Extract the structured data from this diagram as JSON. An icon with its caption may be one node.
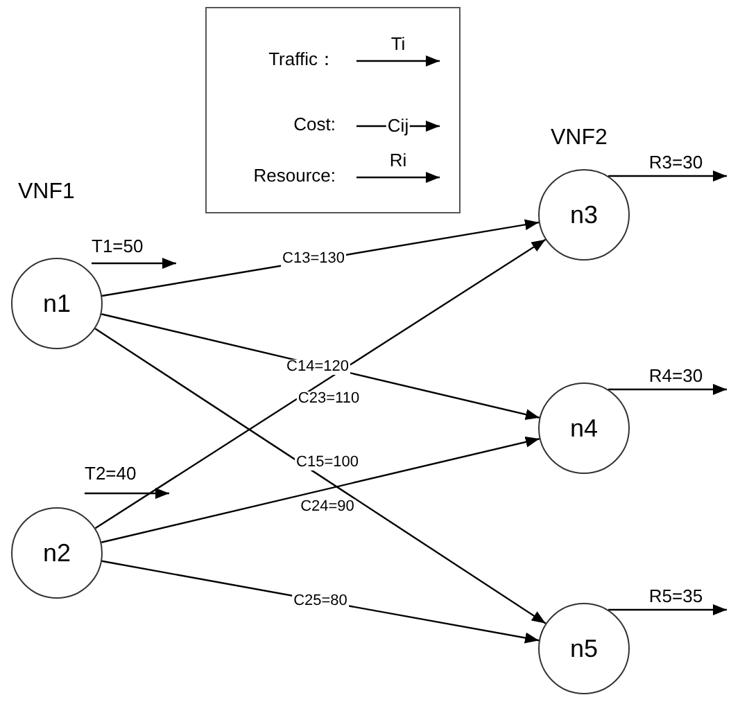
{
  "diagram": {
    "nodes": [
      {
        "text": [
          "n1"
        ]
      },
      {
        "text": [
          "n2"
        ]
      },
      {
        "text": [
          "n3"
        ]
      },
      {
        "text": [
          "n4"
        ]
      },
      {
        "text": [
          "n5"
        ]
      }
    ],
    "edges": [
      {
        "from": 0,
        "to": 2,
        "arrow": "to",
        "label": "C13=130"
      },
      {
        "from": 0,
        "to": 3,
        "arrow": "to",
        "label": "C14=120"
      },
      {
        "from": 1,
        "to": 2,
        "arrow": "to",
        "label": "C23=110"
      },
      {
        "from": 0,
        "to": 4,
        "arrow": "to",
        "label": "C15=100"
      },
      {
        "from": 1,
        "to": 3,
        "arrow": "to",
        "label": "C24=90"
      },
      {
        "from": 1,
        "to": 4,
        "arrow": "to",
        "label": "C25=80"
      },
      {
        "from": 2,
        "to": null,
        "arrow": "to",
        "label": "R3=30"
      },
      {
        "from": 3,
        "to": null,
        "arrow": "to",
        "label": "R4=30"
      },
      {
        "from": 4,
        "to": null,
        "arrow": "to",
        "label": "R5=35"
      }
    ],
    "labels": [
      "Ti",
      "Cij",
      "Ri",
      "VNF2",
      "VNF1",
      "T1=50",
      "T2=40"
    ],
    "legend": [
      {
        "text": "Traffic："
      },
      {
        "text": "Cost:"
      },
      {
        "text": "Resource:"
      }
    ]
  }
}
